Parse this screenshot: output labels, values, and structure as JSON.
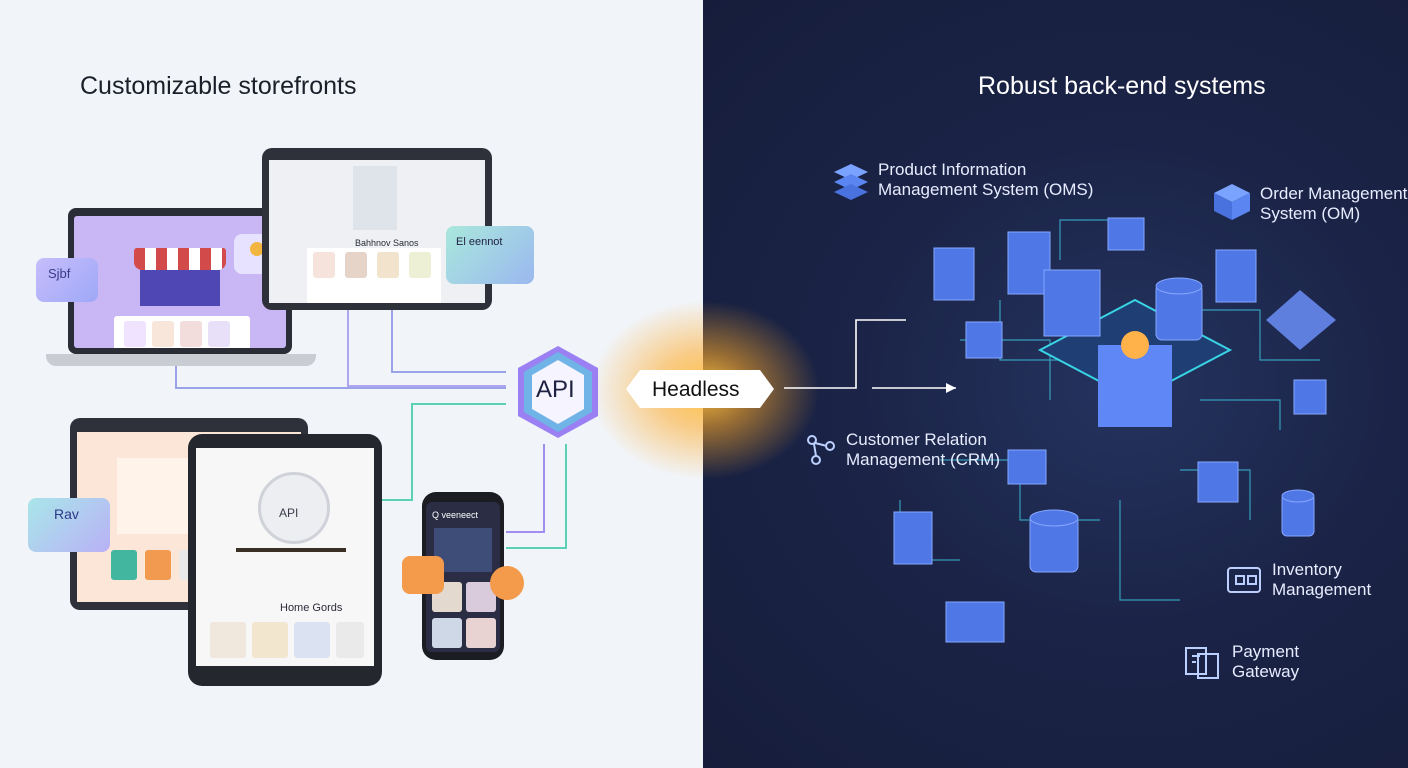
{
  "left": {
    "title": "Customizable storefronts",
    "laptop_widget_text": "Sjbf",
    "tablet1_section": "Bahhnov Sanos",
    "tablet1_widget": "El eennot",
    "tablet2_widget": "Rav",
    "tablet3_mirror": "API",
    "tablet3_section": "Home Gords",
    "phone_header": "Q veeneect"
  },
  "center": {
    "api_label": "API",
    "headless_label": "Headless"
  },
  "right": {
    "title": "Robust back-end systems",
    "systems": [
      {
        "line1": "Product Information",
        "line2": "Management System (OMS)",
        "icon": "stack-icon"
      },
      {
        "line1": "Order Management",
        "line2": "System (OM)",
        "icon": "cube-icon"
      },
      {
        "line1": "Customer Relation",
        "line2": "Management (CRM)",
        "icon": "network-icon"
      },
      {
        "line1": "Inventory",
        "line2": "Management",
        "icon": "inventory-icon"
      },
      {
        "line1": "Payment",
        "line2": "Gateway",
        "icon": "payment-icon"
      }
    ]
  },
  "colors": {
    "left_bg": "#f1f4f8",
    "right_bg": "#1b2447",
    "accent_blue": "#5b8cff",
    "accent_cyan": "#38d4e6",
    "glow": "#ffb340"
  }
}
